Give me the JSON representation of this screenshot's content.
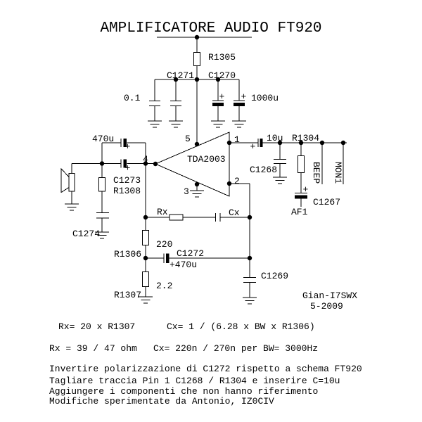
{
  "colors": {
    "ink": "#000000",
    "paper": "#ffffff"
  },
  "title": "AMPLIFICATORE AUDIO FT920",
  "ic": {
    "name": "TDA2003",
    "pin1": "1",
    "pin2": "2",
    "pin3": "3",
    "pin4": "4",
    "pin5": "5"
  },
  "labels": {
    "plus": "+",
    "r1305": "R1305",
    "c1271": "C1271",
    "c1270": "C1270",
    "bypass_value": "0.1",
    "bulk_value": "1000u",
    "cap470u": "470u",
    "c1273": "C1273",
    "r1308": "R1308",
    "c1274": "C1274",
    "rx": "Rx",
    "cx": "Cx",
    "r1306_value": "220",
    "r1306": "R1306",
    "c1272": "C1272",
    "c1272_value": "+470u",
    "r1307_value": "2.2",
    "r1307": "R1307",
    "c1269": "C1269",
    "cap10u": "10u",
    "r1304": "R1304",
    "c1268": "C1268",
    "c1267": "C1267",
    "af1": "AF1",
    "beep": "BEEP",
    "mon1": "MON1"
  },
  "credit": {
    "name": "Gian-I7SWX",
    "date": "5-2009"
  },
  "formulas": {
    "rx_formula": "Rx= 20 x R1307",
    "cx_formula": "Cx= 1 / (6.28 x BW x R1306)",
    "rx_value": "Rx = 39 / 47 ohm",
    "cx_value": "Cx= 220n / 270n  per BW= 3000Hz"
  },
  "notes": [
    "Invertire polarizzazione di C1272 rispetto a schema FT920",
    "Tagliare  traccia Pin 1 C1268 / R1304 e inserire C=10u",
    "Aggiungere i componenti che non hanno riferimento",
    "Modifiche sperimentate da Antonio, IZ0CIV"
  ]
}
